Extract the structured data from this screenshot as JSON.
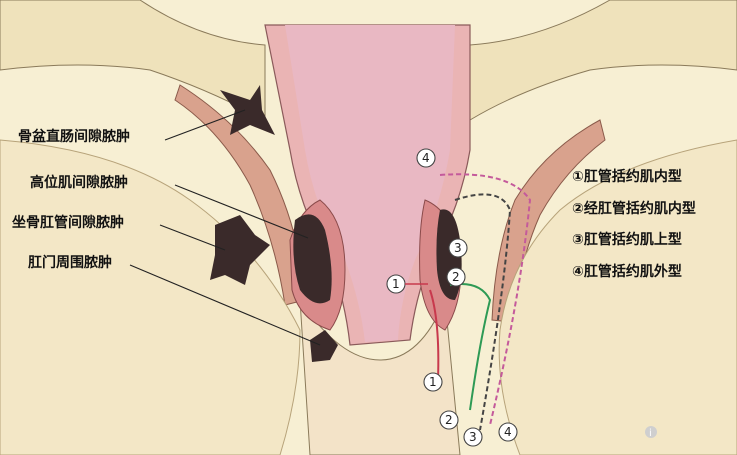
{
  "labels": {
    "pelvirectal": "骨盆直肠间隙脓肿",
    "high_intermuscular": "高位肌间隙脓肿",
    "ischiorectal": "坐骨肛管间隙脓肿",
    "perianal": "肛门周围脓肿"
  },
  "legend": [
    "①肛管括约肌内型",
    "②经肛管括约肌内型",
    "③肛管括约肌上型",
    "④肛管括约肌外型"
  ],
  "markers": {
    "one": "1",
    "two": "2",
    "three": "3",
    "four": "4"
  },
  "watermark": "i",
  "colors": {
    "background": "#f7efd3",
    "skin": "#f3e3c8",
    "muscle": "#d9a28d",
    "mucosa": "#e9b8c3",
    "abscess": "#3a2a2a",
    "path1": "#c8394d",
    "path2": "#2e9a55",
    "path3": "#444444",
    "path4": "#c45a9b"
  }
}
